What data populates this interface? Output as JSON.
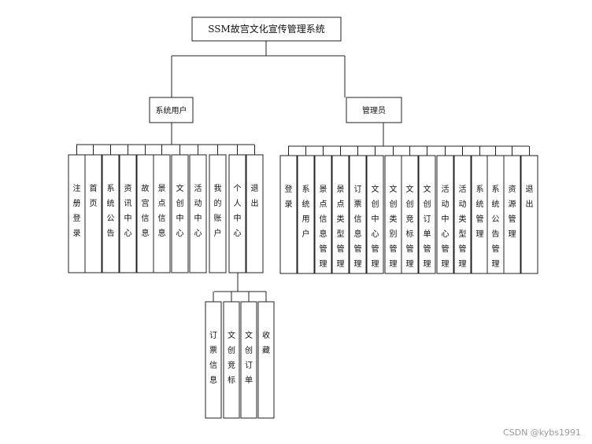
{
  "title": "SSM故宫文化宣传管理系统",
  "branches": [
    {
      "name": "系统用户",
      "children": [
        "注册登录",
        "首页",
        "系统公告",
        "资讯中心",
        "故宫信息",
        "景点信息",
        "文创中心",
        "活动中心",
        "我的账户",
        "个人中心",
        "退出"
      ],
      "sub": {
        "parent": "个人中心",
        "children": [
          "订票信息",
          "文创竞标",
          "文创订单",
          "收藏"
        ]
      }
    },
    {
      "name": "管理员",
      "children": [
        "登录",
        "系统用户",
        "景点信息管理",
        "景点类型管理",
        "订票信息管理",
        "文创中心管理",
        "文创类别管理",
        "文创竞标管理",
        "文创订单管理",
        "活动中心管理",
        "活动类型管理",
        "系统管理",
        "系统公告管理",
        "资源管理",
        "退出"
      ]
    }
  ],
  "watermark": "CSDN @kybs1991"
}
